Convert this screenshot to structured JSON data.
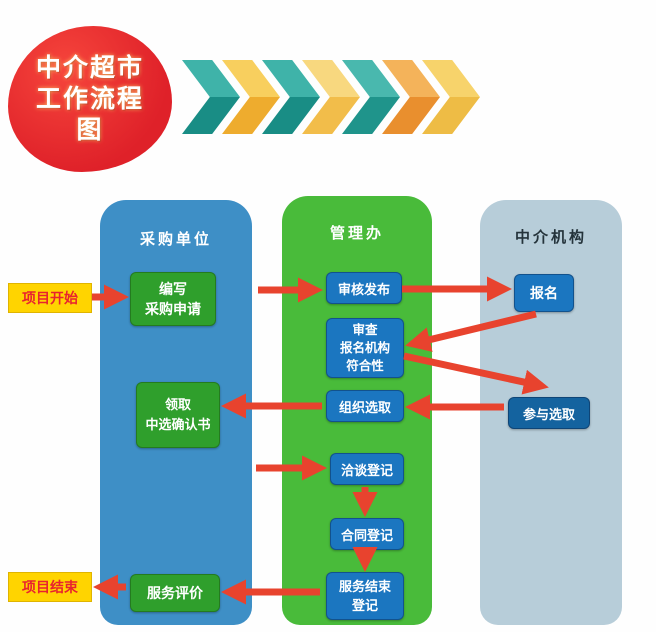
{
  "badge": {
    "text": "中介超市\n工作流程\n图"
  },
  "chevrons": [
    {
      "top": "#3fb3a9",
      "bottom": "#198d85"
    },
    {
      "top": "#f8cf5e",
      "bottom": "#eeac2e"
    },
    {
      "top": "#3fb3a9",
      "bottom": "#198d85"
    },
    {
      "top": "#f8d87f",
      "bottom": "#f2bd4a"
    },
    {
      "top": "#49b8ae",
      "bottom": "#1f948b"
    },
    {
      "top": "#f4b35a",
      "bottom": "#e98f2e"
    },
    {
      "top": "#f7d36b",
      "bottom": "#eebc45"
    }
  ],
  "columns": {
    "procurement": {
      "header": "采购单位"
    },
    "management": {
      "header": "管理办"
    },
    "agency": {
      "header": "中介机构"
    }
  },
  "labels": {
    "start": "项目开始",
    "end": "项目结束"
  },
  "nodes": {
    "write_application": "编写\n采购申请",
    "receive_confirmation": "领取\n中选确认书",
    "service_evaluation": "服务评价",
    "review_publish": "审核发布",
    "review_compliance": "审查\n报名机构\n符合性",
    "organize_selection": "组织选取",
    "negotiation_registration": "洽谈登记",
    "contract_registration": "合同登记",
    "service_end_registration": "服务结束\n登记",
    "signup": "报名",
    "participate_selection": "参与选取"
  },
  "colors": {
    "arrow": "#e8432e",
    "badge_bg": "#df2129",
    "col_procurement": "#3e8fc6",
    "col_management": "#49bb3a",
    "col_agency": "#b7cdd9",
    "box_green": "#2f9f2c",
    "box_blue": "#1b76c0",
    "box_blue_dark": "#14639f",
    "label_bg": "#ffd400",
    "label_text": "#e8232e"
  }
}
